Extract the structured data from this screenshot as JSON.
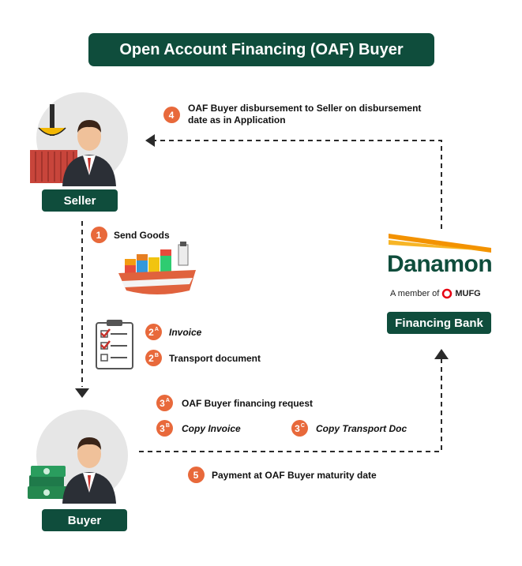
{
  "title": "Open Account Financing (OAF) Buyer",
  "roles": {
    "seller": "Seller",
    "buyer": "Buyer",
    "bank": "Financing Bank"
  },
  "bank": {
    "name": "Danamon",
    "member_prefix": "A member of",
    "member_brand": "MUFG"
  },
  "steps": [
    {
      "num": "4",
      "sup": "",
      "text": "OAF Buyer disbursement to Seller on disbursement date as in Application"
    },
    {
      "num": "1",
      "sup": "",
      "text": "Send Goods"
    },
    {
      "num": "2",
      "sup": "A",
      "text": "Invoice"
    },
    {
      "num": "2",
      "sup": "B",
      "text": "Transport document"
    },
    {
      "num": "3",
      "sup": "A",
      "text": "OAF Buyer financing request"
    },
    {
      "num": "3",
      "sup": "B",
      "text": "Copy Invoice"
    },
    {
      "num": "3",
      "sup": "C",
      "text": "Copy Transport Doc"
    },
    {
      "num": "5",
      "sup": "",
      "text": "Payment at OAF Buyer maturity date"
    }
  ],
  "colors": {
    "brand_green": "#0f4d3c",
    "step_orange": "#e8693b",
    "danamon_orange": "#f39200",
    "mufg_red": "#e60012"
  },
  "icons": [
    "seller-avatar-icon",
    "cargo-ship-icon",
    "document-checklist-icon",
    "buyer-avatar-icon",
    "danamon-logo-icon",
    "mufg-logo-icon"
  ]
}
